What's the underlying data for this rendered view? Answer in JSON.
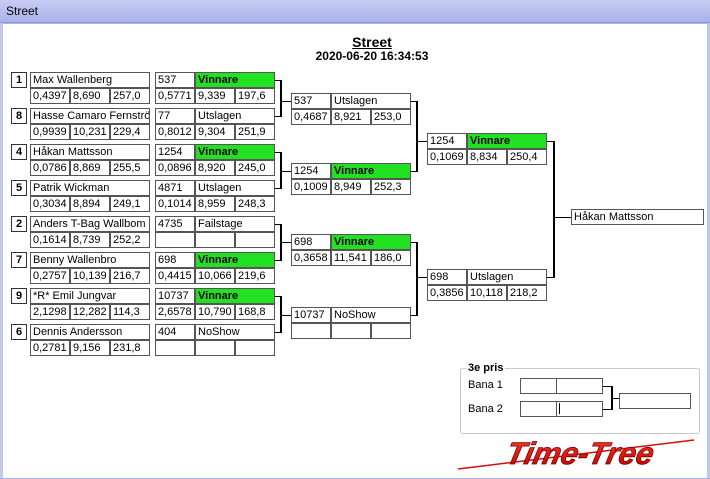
{
  "window": {
    "title": "Street"
  },
  "heading": {
    "title": "Street",
    "datetime": "2020-06-20 16:34:53"
  },
  "round1": [
    {
      "seed": "1",
      "name": "Max Wallenberg",
      "s1": "0,4397",
      "s2": "8,690",
      "s3": "257,0"
    },
    {
      "seed": "8",
      "name": "Hasse Camaro Fernström",
      "s1": "0,9939",
      "s2": "10,231",
      "s3": "229,4"
    },
    {
      "seed": "4",
      "name": "Håkan Mattsson",
      "s1": "0,0786",
      "s2": "8,869",
      "s3": "255,5"
    },
    {
      "seed": "5",
      "name": "Patrik Wickman",
      "s1": "0,3034",
      "s2": "8,894",
      "s3": "249,1"
    },
    {
      "seed": "2",
      "name": "Anders T-Bag Wallbom",
      "s1": "0,1614",
      "s2": "8,739",
      "s3": "252,2"
    },
    {
      "seed": "7",
      "name": "Benny Wallenbro",
      "s1": "0,2757",
      "s2": "10,139",
      "s3": "216,7"
    },
    {
      "seed": "9",
      "name": "*R* Emil Jungvar",
      "s1": "2,1298",
      "s2": "12,282",
      "s3": "114,3"
    },
    {
      "seed": "6",
      "name": "Dennis Andersson",
      "s1": "0,2781",
      "s2": "9,156",
      "s3": "231,8"
    }
  ],
  "round1_results": [
    {
      "id": "537",
      "status": "Vinnare",
      "r1": "0,5771",
      "r2": "9,339",
      "r3": "197,6"
    },
    {
      "id": "77",
      "status": "Utslagen",
      "r1": "0,8012",
      "r2": "9,304",
      "r3": "251,9"
    },
    {
      "id": "1254",
      "status": "Vinnare",
      "r1": "0,0896",
      "r2": "8,920",
      "r3": "245,0"
    },
    {
      "id": "4871",
      "status": "Utslagen",
      "r1": "0,1014",
      "r2": "8,959",
      "r3": "248,3"
    },
    {
      "id": "4735",
      "status": "Failstage",
      "r1": "",
      "r2": "",
      "r3": ""
    },
    {
      "id": "698",
      "status": "Vinnare",
      "r1": "0,4415",
      "r2": "10,066",
      "r3": "219,6"
    },
    {
      "id": "10737",
      "status": "Vinnare",
      "r1": "2,6578",
      "r2": "10,790",
      "r3": "168,8"
    },
    {
      "id": "404",
      "status": "NoShow",
      "r1": "",
      "r2": "",
      "r3": ""
    }
  ],
  "round2": [
    {
      "id": "537",
      "status": "Utslagen",
      "r1": "0,4687",
      "r2": "8,921",
      "r3": "253,0"
    },
    {
      "id": "1254",
      "status": "Vinnare",
      "r1": "0,1009",
      "r2": "8,949",
      "r3": "252,3"
    },
    {
      "id": "698",
      "status": "Vinnare",
      "r1": "0,3658",
      "r2": "11,541",
      "r3": "186,0"
    },
    {
      "id": "10737",
      "status": "NoShow",
      "r1": "",
      "r2": "",
      "r3": ""
    }
  ],
  "round3": [
    {
      "id": "1254",
      "status": "Vinnare",
      "r1": "0,1069",
      "r2": "8,834",
      "r3": "250,4"
    },
    {
      "id": "698",
      "status": "Utslagen",
      "r1": "0,3856",
      "r2": "10,118",
      "r3": "218,2"
    }
  ],
  "champion": "Håkan Mattsson",
  "third_prize": {
    "title": "3e pris",
    "lane1": "Bana 1",
    "lane2": "Bana 2"
  },
  "logo": "Time-Tree"
}
